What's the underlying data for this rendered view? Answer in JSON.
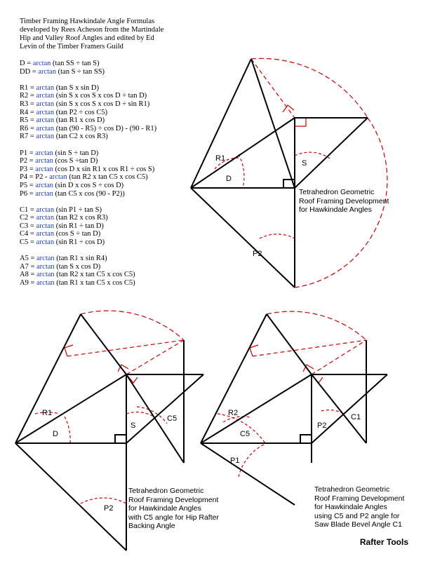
{
  "header": {
    "lines": [
      "Timber Framing Hawkindale Angle Formulas",
      "developed by Rees Acheson from the Martindale",
      "Hip and Valley Roof Angles and edited by Ed",
      "Levin of the Timber Framers Guild"
    ]
  },
  "formulas": [
    {
      "lhs": "D = ",
      "parts": [
        [
          "f",
          "arctan"
        ],
        [
          "t",
          " (tan SS ÷ tan S)"
        ]
      ]
    },
    {
      "lhs": "DD = ",
      "parts": [
        [
          "f",
          "arctan"
        ],
        [
          "t",
          " (tan S ÷ tan SS)"
        ]
      ]
    },
    {
      "gap": true
    },
    {
      "lhs": "R1 = ",
      "parts": [
        [
          "f",
          "arctan"
        ],
        [
          "t",
          " (tan S x sin D)"
        ]
      ]
    },
    {
      "lhs": "R2 = ",
      "parts": [
        [
          "f",
          "arctan"
        ],
        [
          "t",
          " (sin S x cos S x cos D ÷ tan D)"
        ]
      ]
    },
    {
      "lhs": "R3 = ",
      "parts": [
        [
          "f",
          "arctan"
        ],
        [
          "t",
          " (sin S x cos S x cos D ÷ sin R1)"
        ]
      ]
    },
    {
      "lhs": "R4 = ",
      "parts": [
        [
          "f",
          "arctan"
        ],
        [
          "t",
          " (tan P2 ÷ cos C5)"
        ]
      ]
    },
    {
      "lhs": "R5 = ",
      "parts": [
        [
          "f",
          "arctan"
        ],
        [
          "t",
          " (tan R1 x cos D)"
        ]
      ]
    },
    {
      "lhs": "R6 = ",
      "parts": [
        [
          "f",
          "arctan"
        ],
        [
          "t",
          " (tan (90 - R5) ÷ cos D) - (90 - R1)"
        ]
      ]
    },
    {
      "lhs": "R7 = ",
      "parts": [
        [
          "f",
          "arctan"
        ],
        [
          "t",
          " (tan C2 x cos R3)"
        ]
      ]
    },
    {
      "gap": true
    },
    {
      "lhs": "P1 = ",
      "parts": [
        [
          "f",
          "arctan"
        ],
        [
          "t",
          " (sin S ÷ tan D)"
        ]
      ]
    },
    {
      "lhs": "P2 = ",
      "parts": [
        [
          "f",
          "arctan"
        ],
        [
          "t",
          " (cos S ÷tan D)"
        ]
      ]
    },
    {
      "lhs": "P3 = ",
      "parts": [
        [
          "f",
          "arctan"
        ],
        [
          "t",
          " (cos D x sin R1 x cos R1 ÷ cos S)"
        ]
      ]
    },
    {
      "lhs": "P4 = P2 - ",
      "parts": [
        [
          "f",
          "arctan"
        ],
        [
          "t",
          " (tan R2 x tan C5 x cos C5)"
        ]
      ]
    },
    {
      "lhs": "P5 = ",
      "parts": [
        [
          "f",
          "arctan"
        ],
        [
          "t",
          " (sin D x cos S ÷ cos D)"
        ]
      ]
    },
    {
      "lhs": "P6 = ",
      "parts": [
        [
          "f",
          "arctan"
        ],
        [
          "t",
          " (tan C5 x cos (90 - P2))"
        ]
      ]
    },
    {
      "gap": true
    },
    {
      "lhs": "C1 = ",
      "parts": [
        [
          "f",
          "arctan"
        ],
        [
          "t",
          " (sin P1 ÷ tan S)"
        ]
      ]
    },
    {
      "lhs": "C2 = ",
      "parts": [
        [
          "f",
          "arctan"
        ],
        [
          "t",
          " (tan R2 x cos R3)"
        ]
      ]
    },
    {
      "lhs": "C3 = ",
      "parts": [
        [
          "f",
          "arctan"
        ],
        [
          "t",
          " (sin R1  ÷ tan D)"
        ]
      ]
    },
    {
      "lhs": "C4 = ",
      "parts": [
        [
          "f",
          "arctan"
        ],
        [
          "t",
          " (cos S  ÷  tan D)"
        ]
      ]
    },
    {
      "lhs": "C5 = ",
      "parts": [
        [
          "f",
          "arctan"
        ],
        [
          "t",
          " (sin R1 ÷ cos D)"
        ]
      ]
    },
    {
      "gap": true
    },
    {
      "lhs": "A5 = ",
      "parts": [
        [
          "f",
          "arctan"
        ],
        [
          "t",
          " (tan R1 x sin R4)"
        ]
      ]
    },
    {
      "lhs": "A7 = ",
      "parts": [
        [
          "f",
          "arctan"
        ],
        [
          "t",
          " (tan S x cos D)"
        ]
      ]
    },
    {
      "lhs": "A8 = ",
      "parts": [
        [
          "f",
          "arctan"
        ],
        [
          "t",
          " (tan R2 x tan C5 x cos C5)"
        ]
      ]
    },
    {
      "lhs": "A9 = ",
      "parts": [
        [
          "f",
          "arctan"
        ],
        [
          "t",
          " (tan R1 x tan C5 x cos C5)"
        ]
      ]
    }
  ],
  "diagrams": [
    {
      "caption": [
        "Tetrahedron Geometric",
        "Roof Framing Development",
        "for Hawkindale Angles"
      ],
      "labels": [
        "R1",
        "D",
        "S",
        "P2"
      ]
    },
    {
      "caption": [
        "Tetrahedron  Geometric",
        "Roof Framing Development",
        "for Hawkindale Angles",
        "with C5 angle for Hip Rafter",
        "Backing Angle"
      ],
      "labels": [
        "R1",
        "D",
        "S",
        "C5",
        "P2"
      ]
    },
    {
      "caption": [
        "Tetrahedron  Geometric",
        "Roof Framing Development",
        "for Hawkindale Angles",
        "using C5 and P2 angle for",
        "Saw Blade Bevel Angle C1"
      ],
      "labels": [
        "R2",
        "C5",
        "P2",
        "C1",
        "P1"
      ]
    }
  ],
  "brand": "Rafter Tools",
  "colors": {
    "function": "#1f3fb0",
    "line": "#000000",
    "construction": "#cc0000"
  }
}
